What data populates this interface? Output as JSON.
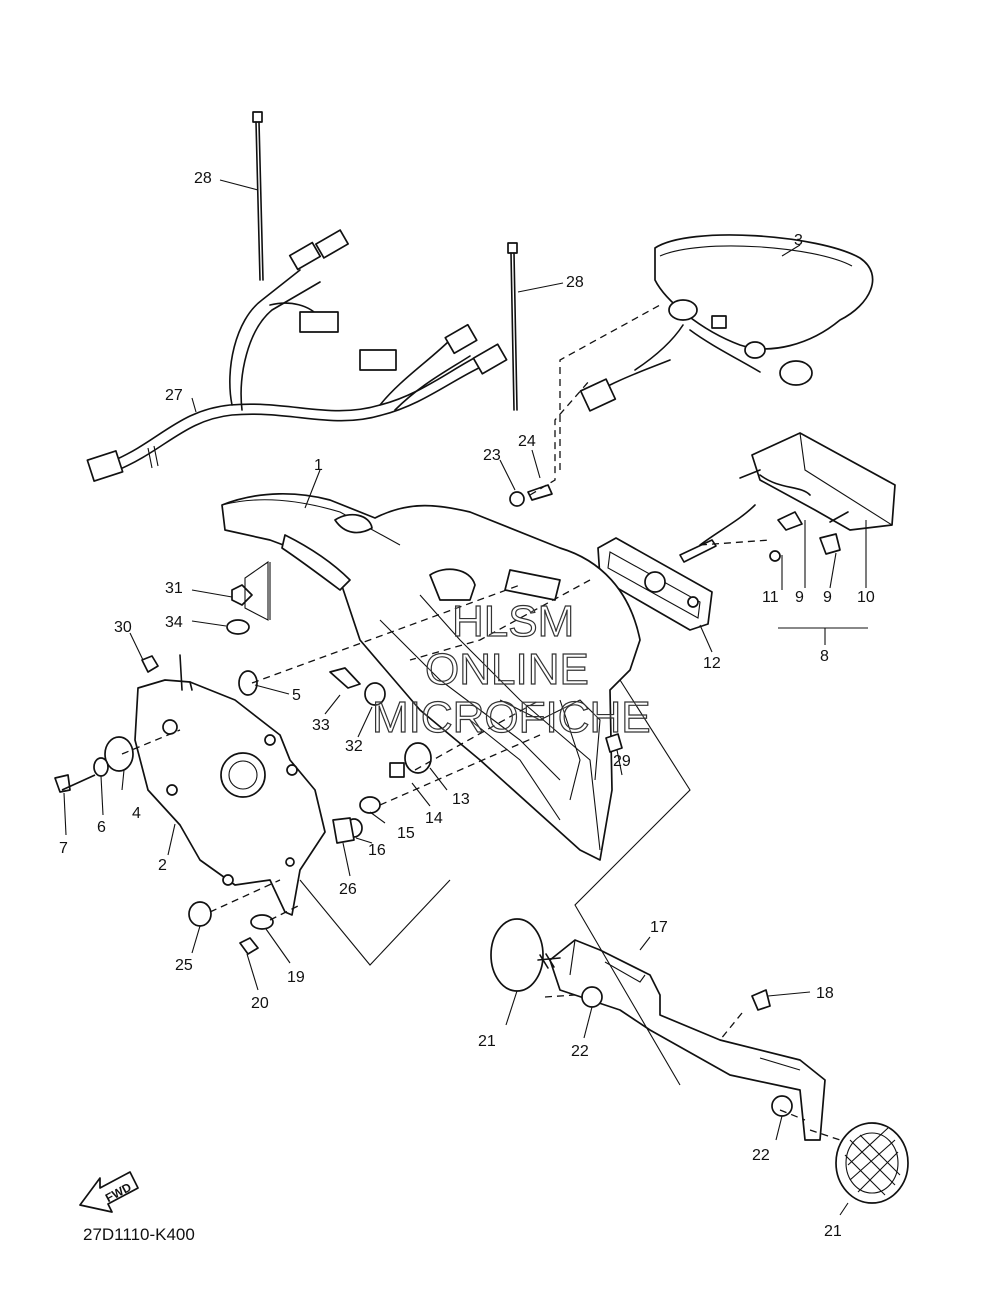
{
  "diagram": {
    "code": "27D1110-K400",
    "fwd_label": "FWD",
    "watermark": [
      "HLSM",
      "ONLINE",
      "MICROFICHE"
    ]
  },
  "callouts": [
    "1",
    "2",
    "3",
    "4",
    "5",
    "6",
    "7",
    "8",
    "9",
    "9",
    "10",
    "11",
    "12",
    "13",
    "14",
    "15",
    "16",
    "17",
    "18",
    "19",
    "20",
    "21",
    "21",
    "22",
    "22",
    "23",
    "24",
    "25",
    "26",
    "27",
    "28",
    "28",
    "29",
    "30",
    "31",
    "32",
    "33",
    "34"
  ]
}
